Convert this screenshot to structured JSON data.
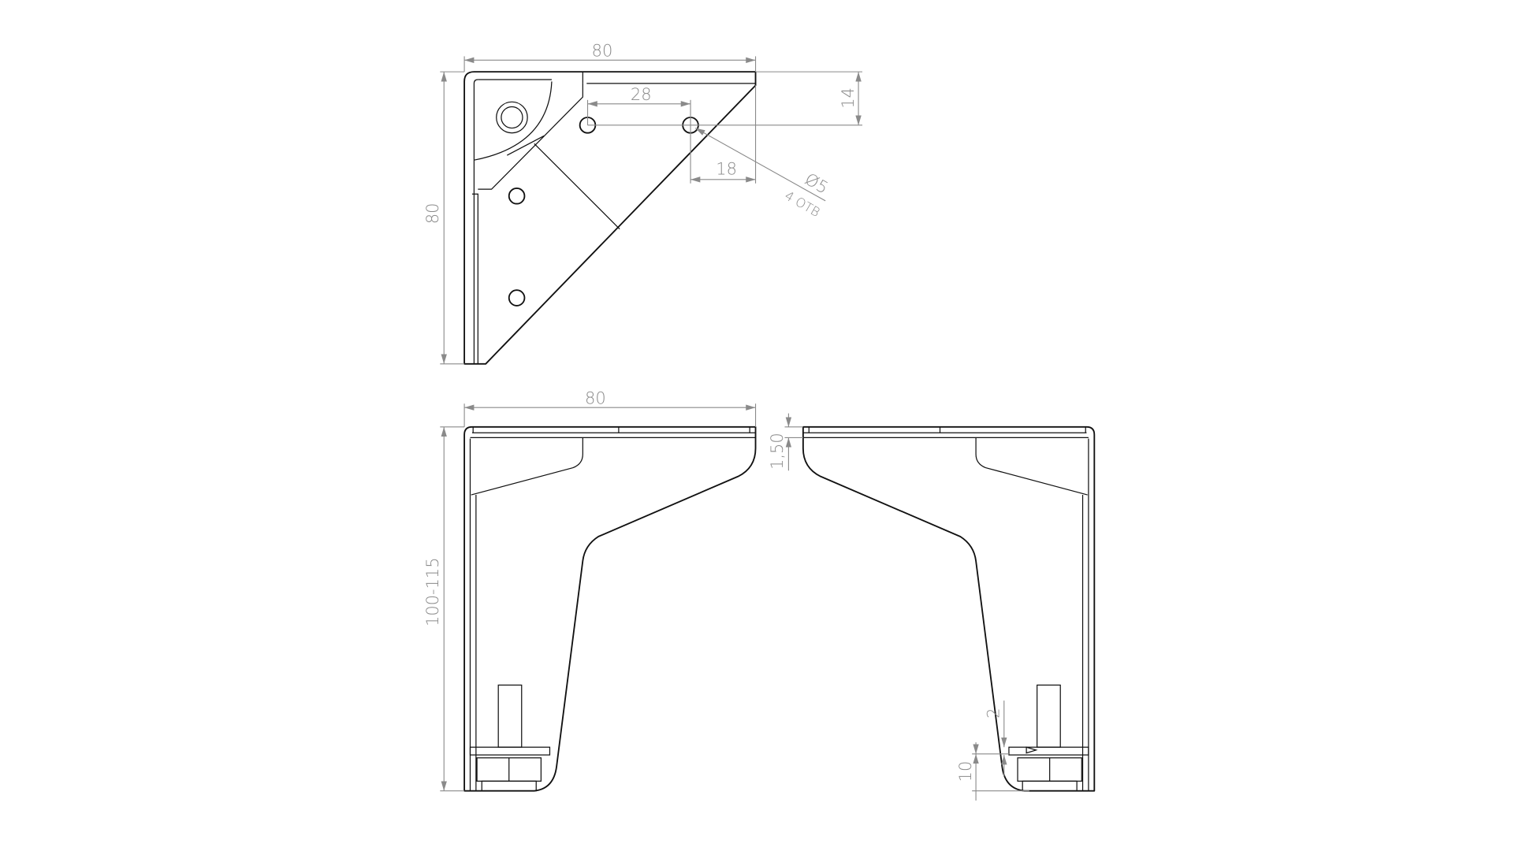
{
  "top_view": {
    "width_dim": "80",
    "height_dim": "80",
    "hole_spacing_dim": "28",
    "hole_offset_y_dim": "14",
    "hole_offset_x_dim": "18",
    "hole_diameter": "Ø5",
    "hole_count": "4 ОТВ"
  },
  "front_view": {
    "width_dim": "80",
    "height_dim": "100-115"
  },
  "side_view": {
    "thickness_dim": "1,50",
    "gap_dim": "2",
    "foot_dim": "10"
  },
  "colors": {
    "line": "#111111",
    "dimension": "#8a8a8a"
  }
}
